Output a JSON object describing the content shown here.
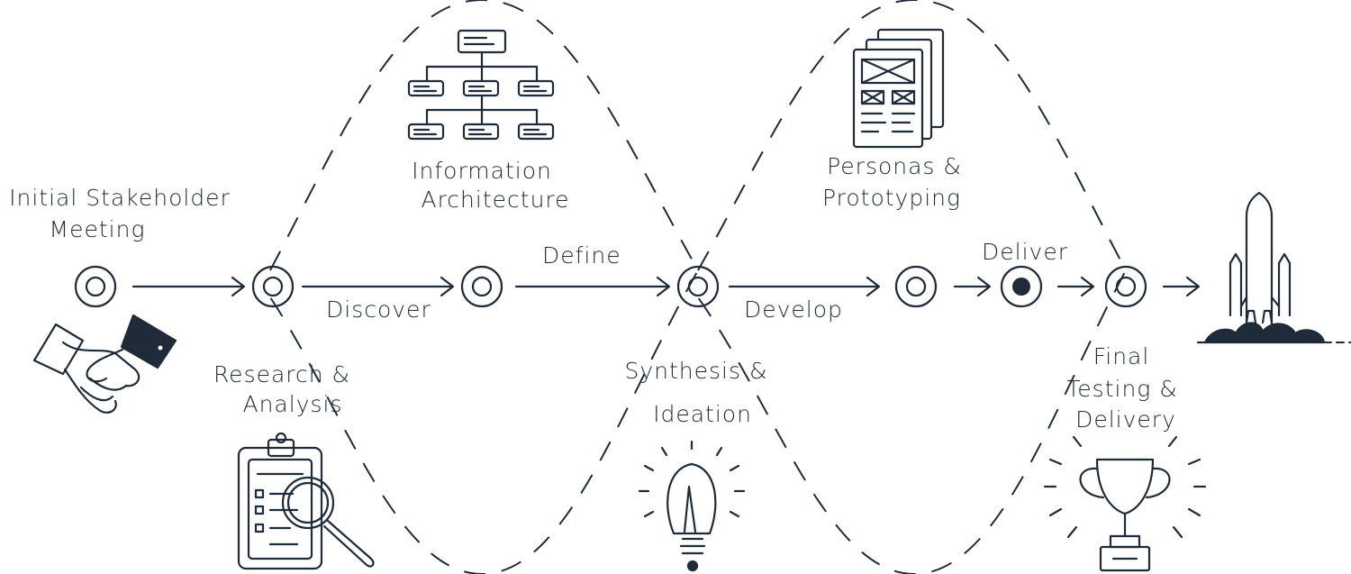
{
  "labels": {
    "start": [
      "Initial Stakeholder",
      "Meeting"
    ],
    "research": [
      "Research &",
      "Analysis"
    ],
    "ia": [
      "Information",
      "Architecture"
    ],
    "synthesis": [
      "Synthesis &",
      "Ideation"
    ],
    "personas": [
      "Personas &",
      "Prototyping"
    ],
    "final": [
      "Final",
      "Testing &",
      "Delivery"
    ]
  },
  "phases": {
    "discover": "Discover",
    "define": "Define",
    "develop": "Develop",
    "deliver": "Deliver"
  },
  "icons": {
    "start": "handshake-icon",
    "research": "clipboard-magnifier-icon",
    "ia": "sitemap-icon",
    "synthesis": "lightbulb-icon",
    "personas": "wireframe-pages-icon",
    "final": "trophy-icon",
    "launch": "rocket-icon"
  },
  "colors": {
    "ink": "#1f2b38",
    "background": "#ffffff"
  }
}
